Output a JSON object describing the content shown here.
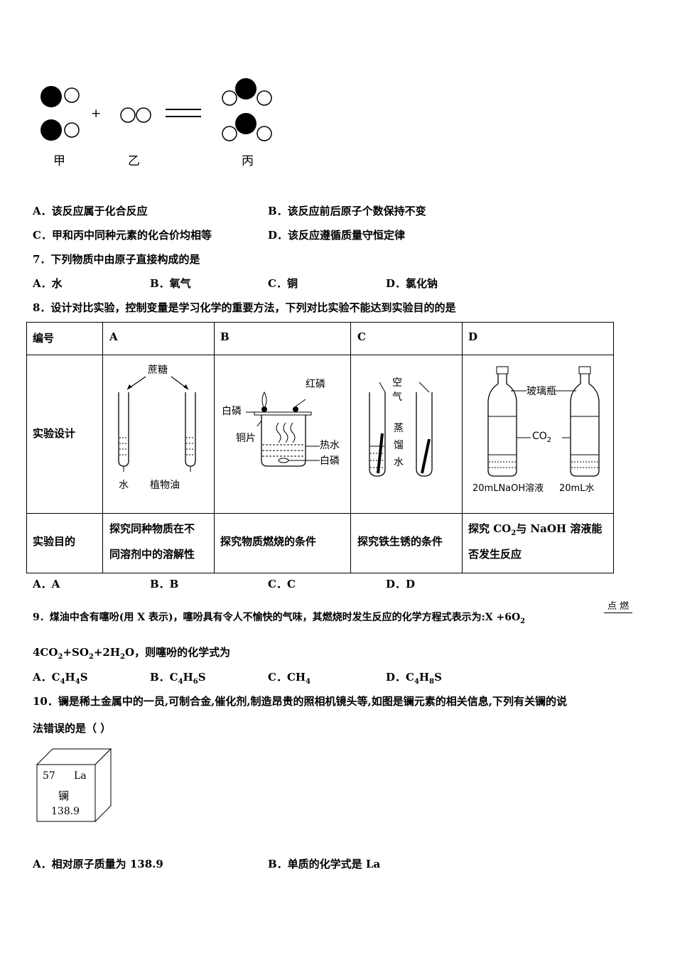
{
  "diagram": {
    "labels": {
      "jia": "甲",
      "yi": "乙",
      "bing": "丙"
    },
    "plus": "+"
  },
  "q6": {
    "options": {
      "A": "A．该反应属于化合反应",
      "B": "B．该反应前后原子个数保持不变",
      "C": "C．甲和丙中同种元素的化合价均相等",
      "D": "D．该反应遵循质量守恒定律"
    }
  },
  "q7": {
    "stem": "7．下列物质中由原子直接构成的是",
    "options": {
      "A": "A．水",
      "B": "B．氧气",
      "C": "C．铜",
      "D": "D．氯化钠"
    }
  },
  "q8": {
    "stem": "8．设计对比实验，控制变量是学习化学的重要方法，下列对比实验不能达到实验目的的是",
    "table": {
      "header": {
        "label": "编号",
        "A": "A",
        "B": "B",
        "C": "C",
        "D": "D"
      },
      "row_design": "实验设计",
      "row_purpose": "实验目的",
      "purposes": {
        "A_line1": "探究同种物质在不",
        "A_line2": "同溶剂中的溶解性",
        "B": "探究物质燃烧的条件",
        "C": "探究铁生锈的条件",
        "D_line1_pre": "探究 CO",
        "D_line1_sub": "2",
        "D_line1_post": "与 NaOH 溶液能",
        "D_line2": "否发生反应"
      },
      "figA": {
        "top": "蔗糖",
        "left": "水",
        "right": "植物油"
      },
      "figB": {
        "red_p": "红磷",
        "white_p_top": "白磷",
        "copper": "铜片",
        "hot_water": "热水",
        "white_p_bottom": "白磷"
      },
      "figC": {
        "air1": "空",
        "air2": "气",
        "water1": "蒸",
        "water2": "馏",
        "water3": "水"
      },
      "figD": {
        "bottle": "玻璃瓶",
        "co2": "CO",
        "co2_sub": "2",
        "left": "20mLNaOH溶液",
        "right": "20mL水"
      }
    },
    "options": {
      "A": "A．A",
      "B": "B．B",
      "C": "C．C",
      "D": "D．D"
    }
  },
  "q9": {
    "stem_pre": "9．煤油中含有噻吩(用 X 表示)，噻吩具有令人不愉快的气味，其燃烧时发生反应的化学方程式表示为:X +6O",
    "stem_sub": "2",
    "condition": "点 燃",
    "line2_a": "4CO",
    "line2_b": "+SO",
    "line2_c": "+2H",
    "line2_d": "O，则噻吩的化学式为",
    "options": {
      "A": {
        "a": "A．C",
        "s1": "4",
        "b": "H",
        "s2": "4",
        "c": "S"
      },
      "B": {
        "a": "B．C",
        "s1": "4",
        "b": "H",
        "s2": "6",
        "c": "S"
      },
      "C": {
        "a": "C．CH",
        "s1": "4"
      },
      "D": {
        "a": "D．C",
        "s1": "4",
        "b": "H",
        "s2": "8",
        "c": "S"
      }
    }
  },
  "q10": {
    "stem1": "10．镧是稀土金属中的一员,可制合金,催化剂,制造昂贵的照相机镜头等,如图是镧元素的相关信息,下列有关镧的说",
    "stem2": "法错误的是（    ）",
    "element": {
      "number": "57",
      "symbol": "La",
      "name": "镧",
      "mass": "138.9"
    },
    "options": {
      "A": "A．相对原子质量为 138.9",
      "B": "B．单质的化学式是 La"
    }
  }
}
